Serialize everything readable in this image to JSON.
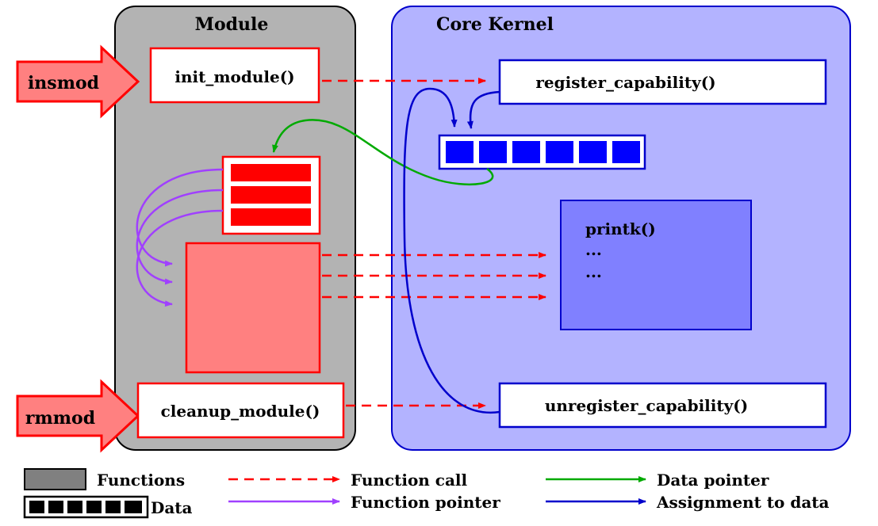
{
  "module": {
    "title": "Module",
    "init_fn": "init_module()",
    "cleanup_fn": "cleanup_module()"
  },
  "kernel": {
    "title": "Core Kernel",
    "register_fn": "register_capability()",
    "unregister_fn": "unregister_capability()",
    "printk_fn": "printk()",
    "ellipsis_1": "...",
    "ellipsis_2": "..."
  },
  "commands": {
    "insmod": "insmod",
    "rmmod": "rmmod"
  },
  "legend": {
    "functions": "Functions",
    "data": "Data",
    "function_call": "Function call",
    "function_pointer": "Function pointer",
    "data_pointer": "Data pointer",
    "assignment_to_data": "Assignment to data"
  },
  "colors": {
    "module_bg": "#b3b3b3",
    "kernel_bg": "#b3b3ff",
    "kernel_border": "#0000cc",
    "printk_bg": "#8080ff",
    "function_red_fill": "#ff8080",
    "function_red_border": "#ff0000",
    "function_call": "#ff0000",
    "function_pointer": "#a040ff",
    "data_pointer": "#00aa00",
    "assignment": "#0000cc",
    "data_cell": "#0000ff"
  }
}
